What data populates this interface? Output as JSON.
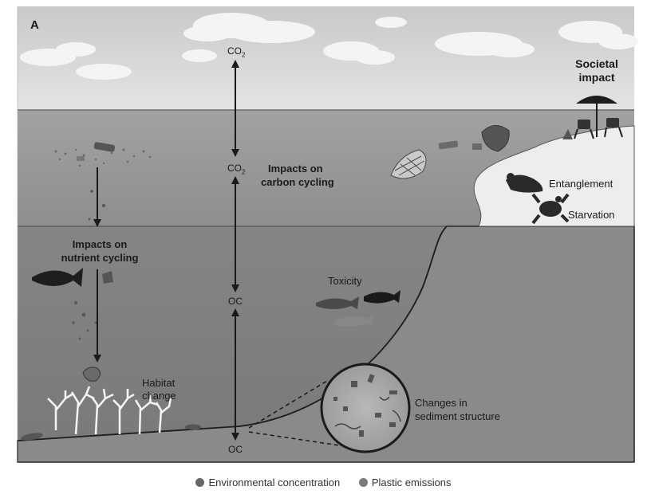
{
  "panel_letter": "A",
  "labels": {
    "societal_impact_1": "Societal",
    "societal_impact_2": "impact",
    "co2_top": "CO",
    "co2_top_sub": "2",
    "co2_mid": "CO",
    "co2_mid_sub": "2",
    "carbon_cycling_1": "Impacts on",
    "carbon_cycling_2": "carbon cycling",
    "entanglement": "Entanglement",
    "starvation": "Starvation",
    "nutrient_cycling_1": "Impacts on",
    "nutrient_cycling_2": "nutrient cycling",
    "oc_mid": "OC",
    "oc_bottom": "OC",
    "toxicity": "Toxicity",
    "habitat_1": "Habitat",
    "habitat_2": "change",
    "sediment_1": "Changes in",
    "sediment_2": "sediment structure"
  },
  "legend": [
    {
      "label": "Environmental concentration",
      "color": "#666666"
    },
    {
      "label": "Plastic emissions",
      "color": "#7a7a7a"
    }
  ],
  "colors": {
    "sky": "#d6d6d6",
    "surface_water": "#9a9a9a",
    "deep_water": "#7e7e7e",
    "beach": "#ececec",
    "outline": "#1a1a1a"
  },
  "icons": [
    "cloud-icon",
    "umbrella-icon",
    "beach-chair-icon",
    "fishing-net-icon",
    "seal-icon",
    "turtle-icon",
    "fish-icon",
    "coral-icon",
    "bag-icon",
    "bottle-icon",
    "magnifier-circle-icon"
  ]
}
